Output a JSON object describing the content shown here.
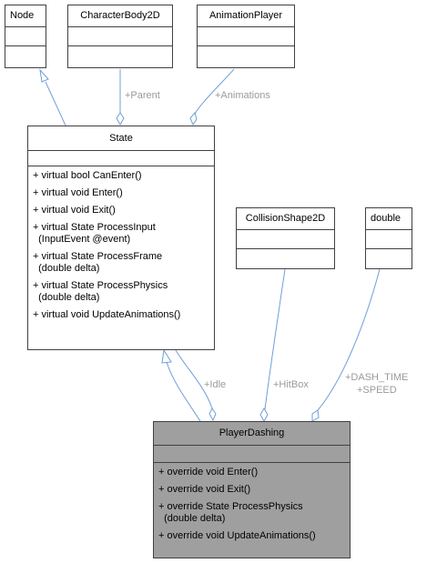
{
  "classes": {
    "node": {
      "name": "Node"
    },
    "character_body": {
      "name": "CharacterBody2D"
    },
    "animation_player": {
      "name": "AnimationPlayer"
    },
    "state": {
      "name": "State",
      "operations": [
        "+ virtual bool CanEnter()",
        "+ virtual void Enter()",
        "+ virtual void Exit()",
        "+ virtual State ProcessInput\n  (InputEvent @event)",
        "+ virtual State ProcessFrame\n  (double delta)",
        "+ virtual State ProcessPhysics\n  (double delta)",
        "+ virtual void UpdateAnimations()"
      ]
    },
    "collision_shape": {
      "name": "CollisionShape2D"
    },
    "double_type": {
      "name": "double"
    },
    "player_dashing": {
      "name": "PlayerDashing",
      "operations": [
        "+ override void Enter()",
        "+ override void Exit()",
        "+ override State ProcessPhysics\n  (double delta)",
        "+ override void UpdateAnimations()"
      ]
    }
  },
  "edges": {
    "parent": "+Parent",
    "animations": "+Animations",
    "idle": "+Idle",
    "hitbox": "+HitBox",
    "dash_time": "+DASH_TIME",
    "speed": "+SPEED"
  },
  "colors": {
    "line": "#6f9fd8",
    "border": "#404040",
    "highlight_fill": "#9f9f9f",
    "label": "#9a9a9a"
  }
}
